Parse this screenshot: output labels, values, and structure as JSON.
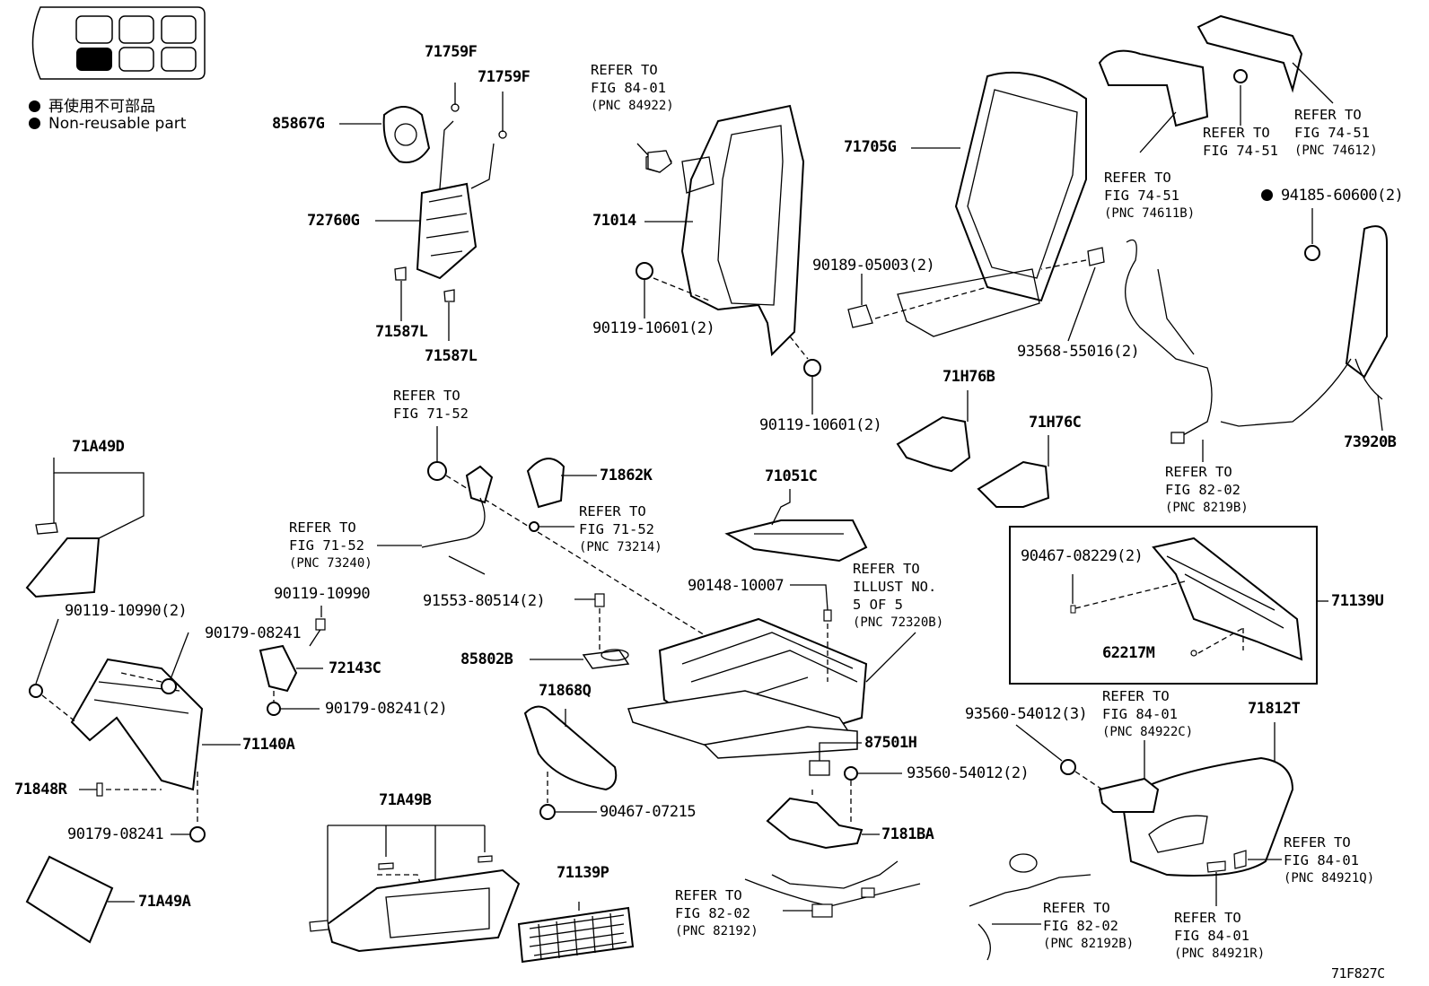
{
  "legend": {
    "non_reusable_jp": "再使用不可部品",
    "non_reusable_en": "Non-reusable part"
  },
  "figure_id": "71F827C",
  "labels": {
    "p71759F_a": "71759F",
    "p71759F_b": "71759F",
    "p85867G": "85867G",
    "p72760G": "72760G",
    "p71587L_a": "71587L",
    "p71587L_b": "71587L",
    "p71014": "71014",
    "p90119_10601_a": "90119-10601(2)",
    "p90119_10601_b": "90119-10601(2)",
    "p71705G": "71705G",
    "p90189_05003": "90189-05003(2)",
    "p93568_55016": "93568-55016(2)",
    "p94185_60600": "94185-60600(2)",
    "p73920B": "73920B",
    "p71H76B": "71H76B",
    "p71H76C": "71H76C",
    "p71A49D": "71A49D",
    "p71862K": "71862K",
    "p71051C": "71051C",
    "p90119_10990_a": "90119-10990",
    "p90119_10990_b": "90119-10990(2)",
    "p90179_08241_a": "90179-08241",
    "p90179_08241_b": "90179-08241(2)",
    "p90179_08241_c": "90179-08241",
    "p72143C": "72143C",
    "p91553_80514": "91553-80514(2)",
    "p90148_10007": "90148-10007",
    "p85802B": "85802B",
    "p71140A": "71140A",
    "p71848R": "71848R",
    "p71868Q": "71868Q",
    "p87501H": "87501H",
    "p93560_54012_a": "93560-54012(2)",
    "p93560_54012_b": "93560-54012(3)",
    "p90467_07215": "90467-07215",
    "p7181BA": "7181BA",
    "p71A49B": "71A49B",
    "p71A49A": "71A49A",
    "p71139P": "71139P",
    "p90467_08229": "90467-08229(2)",
    "p62217M": "62217M",
    "p71139U": "71139U",
    "p71812T": "71812T"
  },
  "refs": {
    "r84922": {
      "line1": "REFER TO",
      "line2": "FIG 84-01",
      "pnc": "(PNC 84922)"
    },
    "r74612": {
      "line1": "REFER TO",
      "line2": "FIG 74-51",
      "pnc": "(PNC 74612)"
    },
    "r7451": {
      "line1": "REFER TO",
      "line2": "FIG 74-51"
    },
    "r74611B": {
      "line1": "REFER TO",
      "line2": "FIG 74-51",
      "pnc": "(PNC 74611B)"
    },
    "r7152": {
      "line1": "REFER TO",
      "line2": "FIG 71-52"
    },
    "r73214": {
      "line1": "REFER TO",
      "line2": "FIG 71-52",
      "pnc": "(PNC 73214)"
    },
    "r73240": {
      "line1": "REFER TO",
      "line2": "FIG 71-52",
      "pnc": "(PNC 73240)"
    },
    "r72320B": {
      "line1": "REFER TO",
      "line2": "ILLUST NO.",
      "line3": "5 OF 5",
      "pnc": "(PNC 72320B)"
    },
    "r8219B": {
      "line1": "REFER TO",
      "line2": "FIG 82-02",
      "pnc": "(PNC 8219B)"
    },
    "r84922C": {
      "line1": "REFER TO",
      "line2": "FIG 84-01",
      "pnc": "(PNC 84922C)"
    },
    "r84921Q": {
      "line1": "REFER TO",
      "line2": "FIG 84-01",
      "pnc": "(PNC 84921Q)"
    },
    "r84921R": {
      "line1": "REFER TO",
      "line2": "FIG 84-01",
      "pnc": "(PNC 84921R)"
    },
    "r82192": {
      "line1": "REFER TO",
      "line2": "FIG 82-02",
      "pnc": "(PNC 82192)"
    },
    "r82192B": {
      "line1": "REFER TO",
      "line2": "FIG 82-02",
      "pnc": "(PNC 82192B)"
    }
  }
}
